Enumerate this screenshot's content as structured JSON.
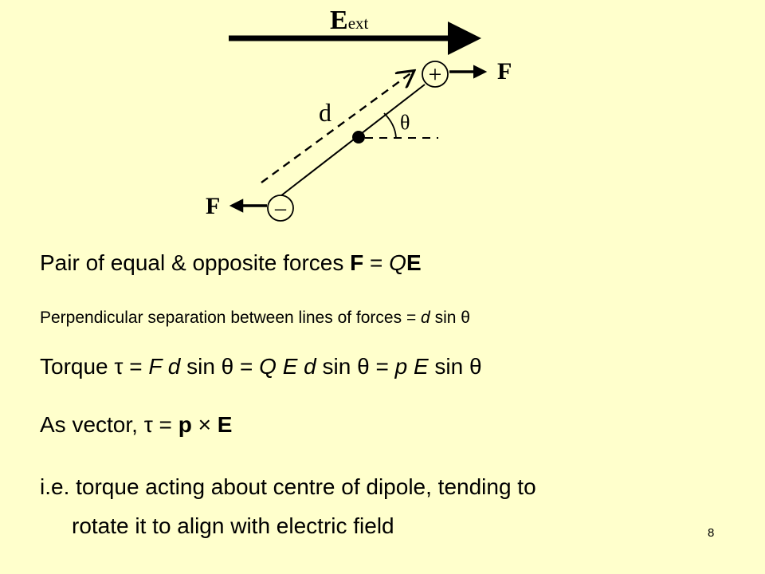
{
  "diagram": {
    "field_label_main": "E",
    "field_label_sub": "ext",
    "force_label_right": "F",
    "force_label_left": "F",
    "separation_label": "d",
    "angle_label": "θ",
    "positive_charge_symbol": "+",
    "negative_charge_symbol": "–"
  },
  "lines": {
    "l1": {
      "t1": "Pair of equal & opposite forces ",
      "b1": "F",
      "t2": " = ",
      "i1": "Q",
      "b2": "E"
    },
    "l2": {
      "t1": "Perpendicular separation between lines of forces = ",
      "i1": "d",
      "t2": " sin θ"
    },
    "l3": {
      "t1": "Torque τ = ",
      "i1": "F d",
      "t2": " sin θ = ",
      "i2": "Q E d",
      "t3": " sin θ = ",
      "i3": "p E",
      "t4": " sin θ"
    },
    "l4": {
      "t1": "As vector, τ = ",
      "b1": "p",
      "t2": " × ",
      "b2": "E"
    },
    "l5": {
      "row1": "i.e. torque acting about centre of dipole, tending to",
      "row2": "rotate it to align with electric field"
    }
  },
  "page_number": "8"
}
